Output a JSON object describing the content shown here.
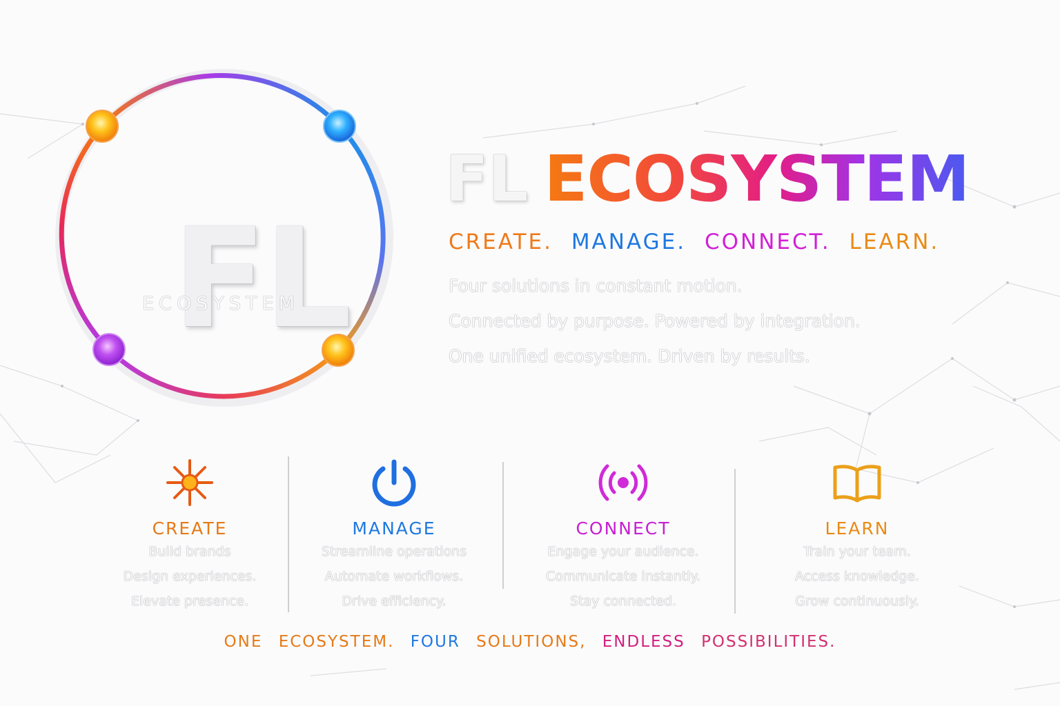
{
  "logo": {
    "letters": "FL",
    "word": "ECOSYSTEM"
  },
  "headline": {
    "part1": "FL",
    "part2": "ECOSYSTEM"
  },
  "tagline": [
    {
      "text": "CREATE.",
      "color": "#ef7a1a"
    },
    {
      "text": "MANAGE.",
      "color": "#1f78e0"
    },
    {
      "text": "CONNECT.",
      "color": "#d21fd6"
    },
    {
      "text": "LEARN.",
      "color": "#e98a16"
    }
  ],
  "description": [
    "Four solutions in constant motion.",
    "Connected by purpose. Powered by integration.",
    "One unified ecosystem. Driven by results."
  ],
  "pillars": [
    {
      "title": "CREATE",
      "color": "#e67a17",
      "icon": "sparkle-icon",
      "lines": [
        "Build brands",
        "Design experiences.",
        "Elevate presence."
      ]
    },
    {
      "title": "MANAGE",
      "color": "#1f78e0",
      "icon": "power-icon",
      "lines": [
        "Streamline operations",
        "Automate workflows.",
        "Drive efficiency."
      ]
    },
    {
      "title": "CONNECT",
      "color": "#c81fd2",
      "icon": "broadcast-icon",
      "lines": [
        "Engage your audience.",
        "Communicate instantly.",
        "Stay connected."
      ]
    },
    {
      "title": "LEARN",
      "color": "#e98a16",
      "icon": "open-book-icon",
      "lines": [
        "Train your team.",
        "Access knowledge.",
        "Grow continuously."
      ]
    }
  ],
  "footer": [
    {
      "text": "ONE",
      "color": "#e67a17"
    },
    {
      "text": "ECOSYSTEM.",
      "color": "#e67a17"
    },
    {
      "text": "FOUR",
      "color": "#1f78e0"
    },
    {
      "text": "SOLUTIONS,",
      "color": "#e67a17"
    },
    {
      "text": "ENDLESS",
      "color": "#d21f7f"
    },
    {
      "text": "POSSIBILITIES.",
      "color": "#d2306e"
    }
  ],
  "colors": {
    "orange": "#f57a12",
    "blue": "#1f8ee8",
    "purple": "#a233e6",
    "magenta": "#e21d88"
  }
}
